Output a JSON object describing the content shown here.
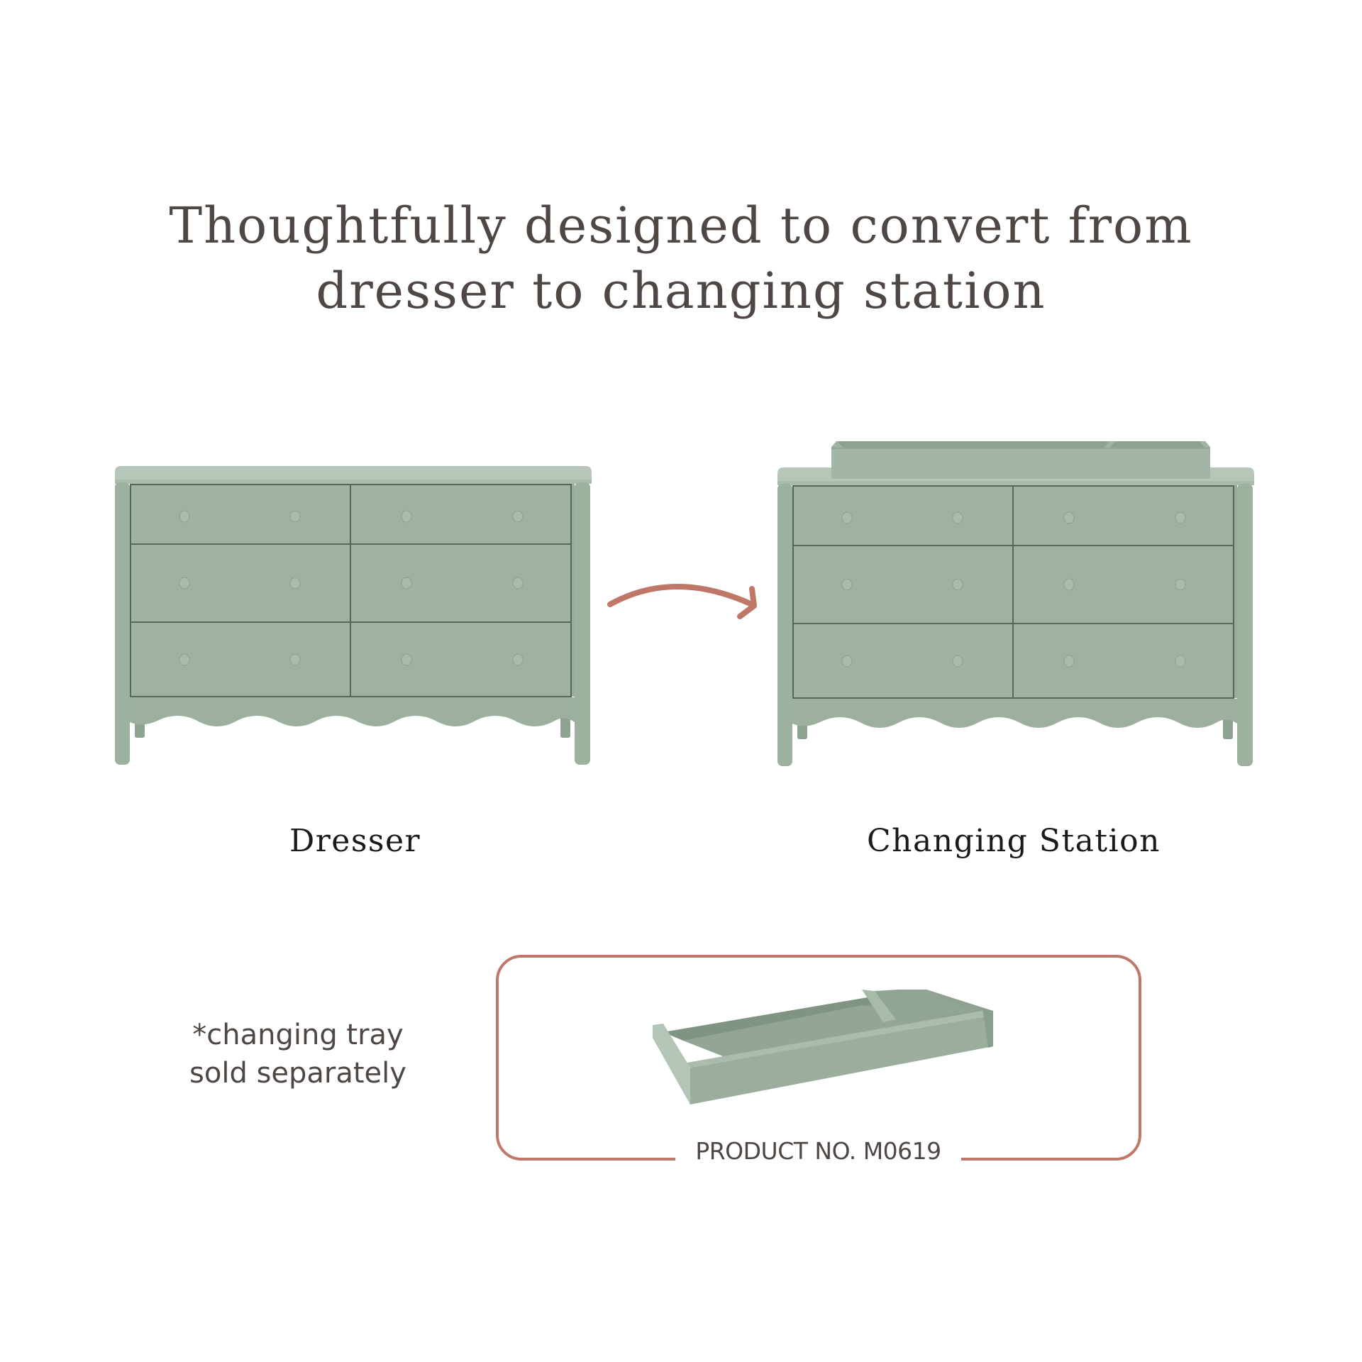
{
  "headline": {
    "line1": "Thoughtfully designed to convert from",
    "line2": "dresser to changing station"
  },
  "products": [
    {
      "id": "dresser",
      "label": "Dresser",
      "drawers": 6,
      "knobs_per_drawer": 2
    },
    {
      "id": "changing-station",
      "label": "Changing Station",
      "drawers": 6,
      "knobs_per_drawer": 2,
      "has_tray": true
    }
  ],
  "conversion_arrow": {
    "icon": "curved-arrow-right-icon",
    "color": "#bf7868"
  },
  "footnote": {
    "line1": "*changing tray",
    "line2": "sold separately"
  },
  "tray_callout": {
    "product_number": "PRODUCT NO. M0619",
    "border_color": "#bf7868"
  },
  "colors": {
    "sage_face": "#9fb1a2",
    "sage_top": "#b4c6b7",
    "sage_side": "#93a796",
    "seam": "#56685a",
    "text_dark": "#4e4744",
    "label_dark": "#1c1a19",
    "accent": "#bf7868"
  }
}
